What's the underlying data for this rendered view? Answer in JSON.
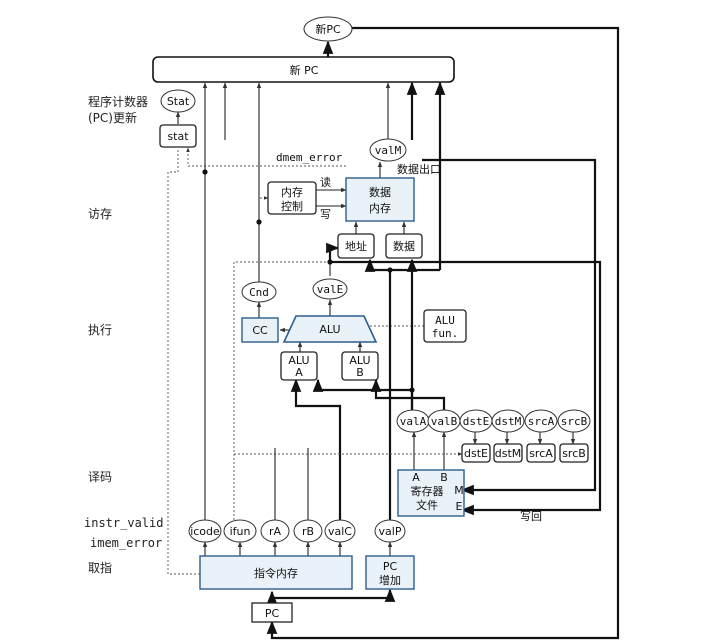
{
  "stages": {
    "pc_update": "程序计数器",
    "pc_update2": "(PC)更新",
    "memory": "访存",
    "execute": "执行",
    "decode": "译码",
    "fetch": "取指"
  },
  "signals": {
    "instr_valid": "instr_valid",
    "imem_error": "imem_error",
    "dmem_error": "dmem_error",
    "data_out": "数据出口",
    "read": "读",
    "write": "写",
    "write_back": "写回"
  },
  "blocks": {
    "new_pc_oval": "新PC",
    "new_pc_bar": "新 PC",
    "stat_oval": "Stat",
    "stat_box": "stat",
    "valm": "valM",
    "mem_ctrl_1": "内存",
    "mem_ctrl_2": "控制",
    "data_mem_1": "数据",
    "data_mem_2": "内存",
    "addr": "地址",
    "data": "数据",
    "cnd": "Cnd",
    "vale": "valE",
    "cc": "CC",
    "alu": "ALU",
    "alu_fun_1": "ALU",
    "alu_fun_2": "fun.",
    "alu_a_1": "ALU",
    "alu_a_2": "A",
    "alu_b_1": "ALU",
    "alu_b_2": "B",
    "vala": "valA",
    "valb": "valB",
    "dste_o": "dstE",
    "dstm_o": "dstM",
    "srca_o": "srcA",
    "srcb_o": "srcB",
    "dste_b": "dstE",
    "dstm_b": "dstM",
    "srca_b": "srcA",
    "srcb_b": "srcB",
    "reg_a": "A",
    "reg_b": "B",
    "reg_m": "M",
    "reg_e": "E",
    "regfile_1": "寄存器",
    "regfile_2": "文件",
    "icode": "icode",
    "ifun": "ifun",
    "ra": "rA",
    "rb": "rB",
    "valc": "valC",
    "valp": "valP",
    "instr_mem": "指令内存",
    "pc_inc_1": "PC",
    "pc_inc_2": "增加",
    "pc": "PC"
  }
}
